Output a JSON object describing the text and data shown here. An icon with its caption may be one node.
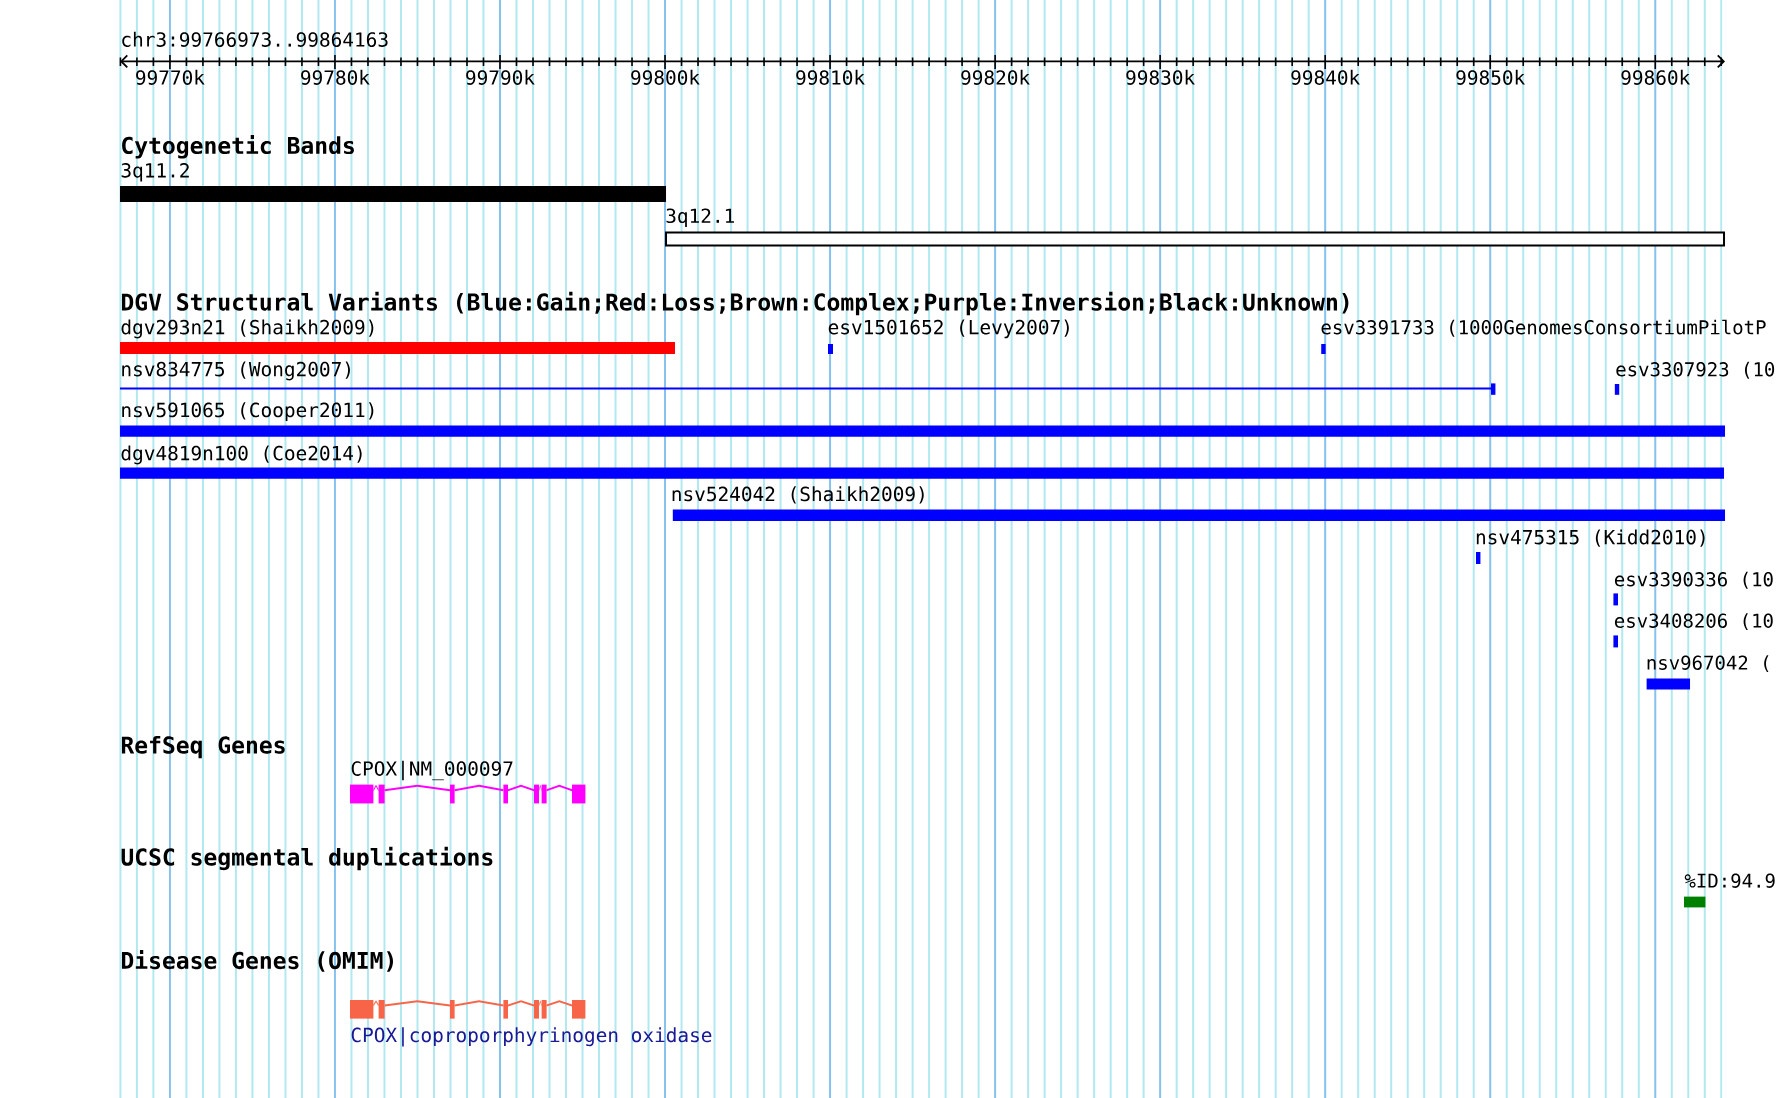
{
  "diagram": {
    "nodes": [
      {
        "text": [
          "3q11.2"
        ]
      },
      {
        "text": [
          "3q12.1"
        ]
      },
      {
        "text": [
          "dgv293n21 (Shaikh2009)"
        ]
      },
      {
        "text": [
          "esv1501652 (Levy2007)"
        ]
      },
      {
        "text": [
          "esv3391733 (1000GenomesConsortiumPilotP"
        ]
      },
      {
        "text": [
          "nsv834775 (Wong2007)"
        ]
      },
      {
        "text": [
          "esv3307923 (10"
        ]
      },
      {
        "text": [
          "nsv591065 (Cooper2011)"
        ]
      },
      {
        "text": [
          "dgv4819n100 (Coe2014)"
        ]
      },
      {
        "text": [
          "nsv524042 (Shaikh2009)"
        ]
      },
      {
        "text": [
          "nsv475315 (Kidd2010)"
        ]
      },
      {
        "text": [
          "esv3390336 (10"
        ]
      },
      {
        "text": [
          "esv3408206 (10"
        ]
      },
      {
        "text": [
          "nsv967042 ("
        ]
      },
      {
        "text": [
          "CPOX|NM_000097"
        ]
      },
      {
        "text": [
          "%ID:94.9"
        ]
      },
      {
        "text": [
          "CPOX|coproporphyrinogen oxidase"
        ]
      }
    ],
    "labels": [
      "chr3:99766973..99864163",
      "99770k",
      "99780k",
      "99790k",
      "99800k",
      "99810k",
      "99820k",
      "99830k",
      "99840k",
      "99850k",
      "99860k",
      "Cytogenetic Bands",
      "DGV Structural Variants (Blue:Gain;Red:Loss;Brown:Complex;Purple:Inversion;Black:Unknown)",
      "RefSeq Genes",
      "UCSC segmental duplications",
      "Disease Genes (OMIM)"
    ]
  }
}
